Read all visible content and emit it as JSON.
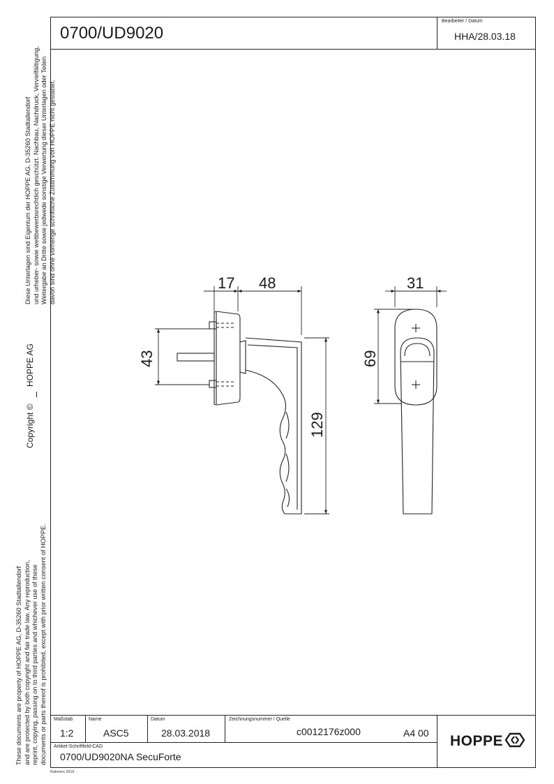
{
  "title": "0700/UD9020",
  "editor": {
    "label": "Bearbeiter / Datum",
    "value": "HHA/28.03.18"
  },
  "notice_de": [
    "Diese Unterlagen sind Eigentum der  HOPPE AG, D-35260 Stadtallendorf",
    "und urheber- sowie wettbewerbsrechtlich geschützt. Nachbau, Nachdruck, Vervielfältigung,",
    "Weitergabe an Dritte sowie jedwede sonstige Verwertung dieser Unterlagen oder Teilen",
    "davon sind ohne vorherige schriftliche Zustimmung von HOPPE nicht gestattet."
  ],
  "notice_en": [
    "These documents are property of HOPPE AG, D-35260 Stadtallendorf",
    "and are protected by both copyright and fair trade law. Any reproduction,",
    "reprint, copying, passing on to third parties and whichever use of these",
    "documents or parts thereof is prohibited, except with prior written consent of HOPPE."
  ],
  "copyright": {
    "label": "Copyright ©",
    "company": "HOPPE  AG"
  },
  "dimensions": {
    "d17": "17",
    "d48": "48",
    "d43": "43",
    "d129": "129",
    "d31": "31",
    "d69": "69"
  },
  "footer": {
    "scale_label": "Maßstab",
    "scale": "1:2",
    "name_label": "Name",
    "name": "ASC5",
    "date_label": "Datum",
    "date": "28.03.2018",
    "drawing_label": "Zeichnungsnummer / Quelle",
    "drawing_number": "c0012176z000",
    "format": "A4 00",
    "article_label": "Artikel-Schriftfeld-CAD",
    "article": "0700/UD9020NA  SecuForte",
    "logo": "HOPPE",
    "frame_note": "Rahmen 2016"
  }
}
